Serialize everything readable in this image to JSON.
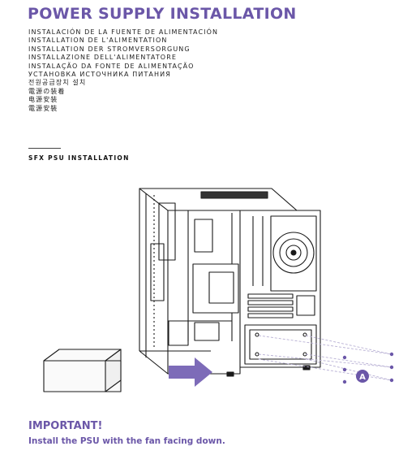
{
  "title": "POWER SUPPLY INSTALLATION",
  "translations": [
    "INSTALACIÓN DE LA FUENTE DE ALIMENTACIÓN",
    "INSTALLATION DE L'ALIMENTATION",
    "INSTALLATION DER STROMVERSORGUNG",
    "INSTALLAZIONE DELL'ALIMENTATORE",
    "INSTALAÇÃO DA FONTE DE ALIMENTAÇÃO",
    "УСТАНОВКА ИСТОЧНИКА ПИТАНИЯ",
    "전원공급장치 설치",
    "電源の装着",
    "电源安装",
    "電源安裝"
  ],
  "section_title": "SFX PSU INSTALLATION",
  "figure": {
    "callout_label": "A",
    "accent_color": "#6b57a8"
  },
  "important": {
    "heading": "IMPORTANT!",
    "text": "Install the PSU with the fan facing down."
  }
}
